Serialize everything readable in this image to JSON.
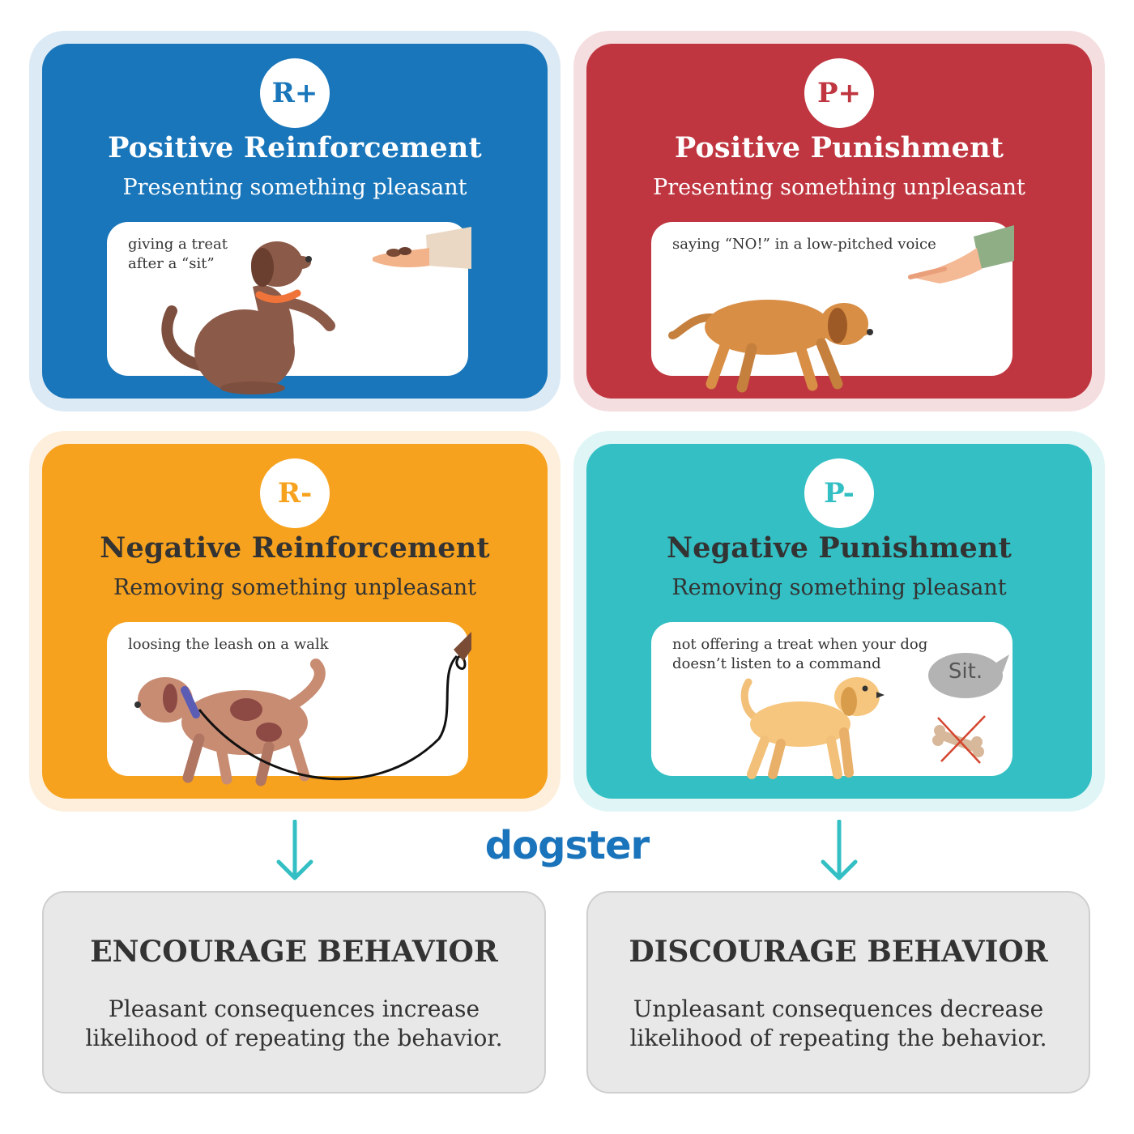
{
  "colors": {
    "rplus": "#1976ba",
    "pplus": "#bf3640",
    "rminus": "#f7a21e",
    "pminus": "#33bfc3",
    "arrow": "#33bfc3",
    "logo": "#1a74bb"
  },
  "cards": [
    {
      "badge": "R+",
      "title": "Positive Reinforcement",
      "subtitle": "Presenting something pleasant",
      "example": "giving a treat\nafter a “sit”"
    },
    {
      "badge": "P+",
      "title": "Positive Punishment",
      "subtitle": "Presenting something unpleasant",
      "example": "saying “NO!” in a low-pitched voice"
    },
    {
      "badge": "R-",
      "title": "Negative Reinforcement",
      "subtitle": "Removing something unpleasant",
      "example": "loosing the leash on a walk"
    },
    {
      "badge": "P-",
      "title": "Negative Punishment",
      "subtitle": "Removing something pleasant",
      "example": "not offering a treat when your dog\ndoesn’t listen to a command",
      "speech": "Sit."
    }
  ],
  "logo": "dogster",
  "results": [
    {
      "title": "ENCOURAGE BEHAVIOR",
      "description": "Pleasant consequences increase likelihood of repeating the behavior."
    },
    {
      "title": "DISCOURAGE BEHAVIOR",
      "description": "Unpleasant consequences decrease likelihood of repeating the behavior."
    }
  ]
}
